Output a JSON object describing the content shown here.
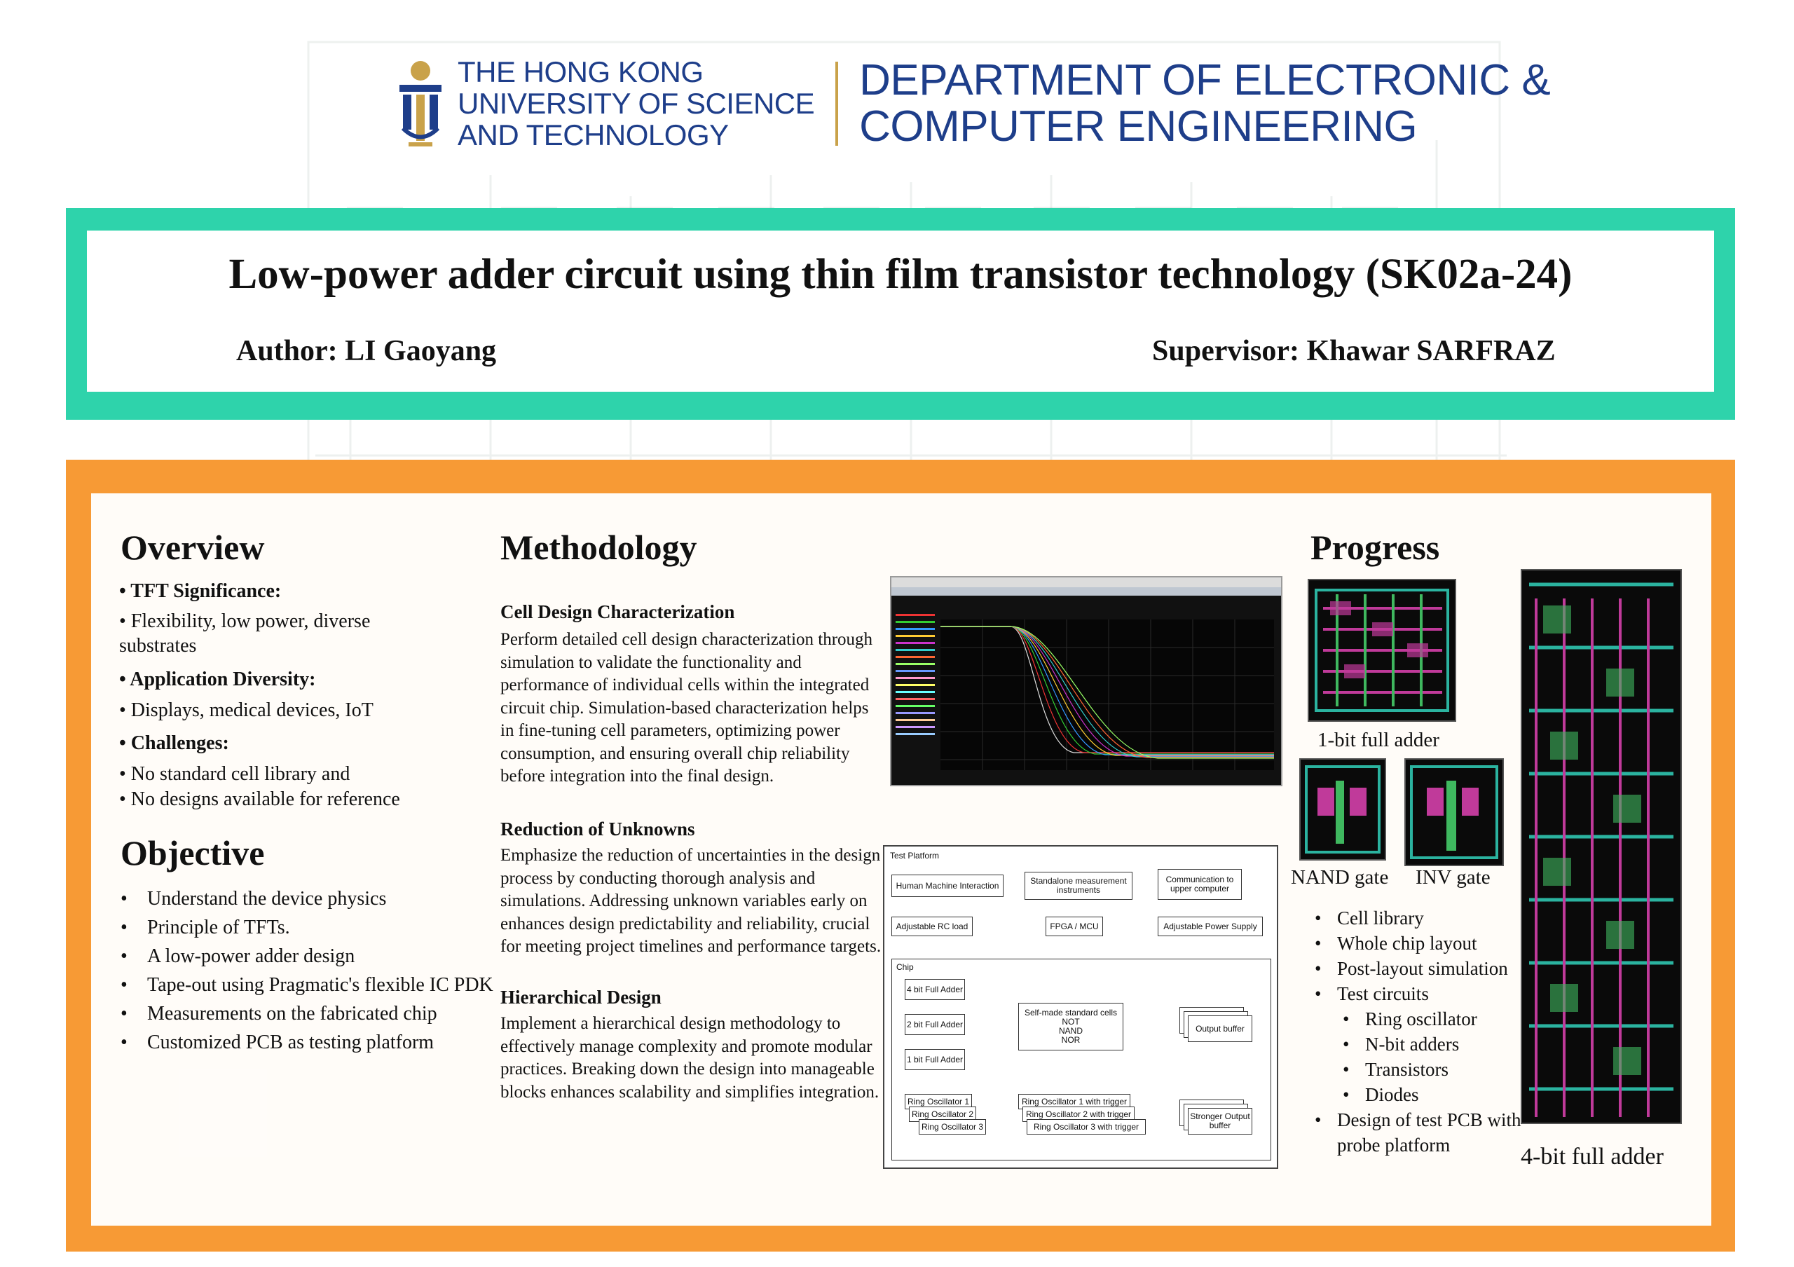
{
  "header": {
    "university_lines": [
      "THE HONG KONG",
      "UNIVERSITY OF SCIENCE",
      "AND TECHNOLOGY"
    ],
    "department_lines": [
      "DEPARTMENT OF ELECTRONIC &",
      "COMPUTER ENGINEERING"
    ]
  },
  "title": "Low-power adder circuit using thin film transistor technology (SK02a-24)",
  "author": "Author: LI Gaoyang",
  "supervisor": "Supervisor: Khawar SARFRAZ",
  "colors": {
    "teal_band": "#2ed3ab",
    "orange_band": "#f79a35",
    "logo_blue": "#1e3e8a",
    "logo_gold": "#c9a24a"
  },
  "overview": {
    "heading": "Overview",
    "items": [
      {
        "label": "• TFT Significance:"
      },
      {
        "text": "• Flexibility, low power, diverse substrates"
      },
      {
        "label": "• Application Diversity:"
      },
      {
        "text": "• Displays, medical devices, IoT"
      },
      {
        "label": "• Challenges:"
      },
      {
        "text": "• No standard cell library and"
      },
      {
        "text": "• No designs available for reference"
      }
    ]
  },
  "objective": {
    "heading": "Objective",
    "items": [
      "Understand the device physics",
      "Principle of TFTs.",
      "A low-power adder design",
      "Tape-out using Pragmatic's flexible IC PDK",
      "Measurements on the fabricated chip",
      "Customized PCB as testing platform"
    ]
  },
  "methodology": {
    "heading": "Methodology",
    "sections": [
      {
        "title": "Cell Design Characterization",
        "text": "Perform detailed cell design characterization through simulation to validate the functionality and performance of individual cells within the integrated circuit chip. Simulation-based characterization helps in fine-tuning cell parameters, optimizing power consumption, and ensuring overall chip reliability before integration into the final design."
      },
      {
        "title": "Reduction of Unknowns",
        "text": "Emphasize the reduction of uncertainties in the design process by conducting thorough analysis and simulations. Addressing unknown variables early on enhances design predictability and reliability, crucial for meeting project timelines and performance targets."
      },
      {
        "title": "Hierarchical Design",
        "text": "Implement a hierarchical design methodology to effectively manage complexity and promote modular practices. Breaking down the design into manageable blocks enhances scalability and simplifies integration."
      }
    ]
  },
  "diagram": {
    "title": "Test Platform",
    "top_boxes": [
      "Human Machine Interaction",
      "Standalone measurement instruments",
      "Communication to upper computer"
    ],
    "mid_boxes": [
      "Adjustable RC load",
      "FPGA / MCU",
      "Adjustable Power Supply"
    ],
    "chip_label": "Chip",
    "adders": [
      "4 bit Full Adder",
      "2 bit Full Adder",
      "1 bit Full Adder"
    ],
    "cells": "Self-made standard cells\nNOT\nNAND\nNOR",
    "output_buffer": "Output buffer",
    "ring_osc": [
      "Ring Oscillator 1",
      "Ring Oscillator 2",
      "Ring Oscillator 3"
    ],
    "ring_osc_trig": [
      "Ring Oscillator 1 with trigger",
      "Ring Oscillator 2 with trigger",
      "Ring Oscillator 3 with trigger"
    ],
    "stronger_buffer": "Stronger Output buffer"
  },
  "progress": {
    "heading": "Progress",
    "captions": {
      "full_adder_1bit": "1-bit full adder",
      "nand": "NAND gate",
      "inv": "INV gate",
      "full_adder_4bit": "4-bit full adder"
    },
    "items": [
      {
        "text": "Cell library",
        "sub": false
      },
      {
        "text": "Whole chip layout",
        "sub": false
      },
      {
        "text": "Post-layout simulation",
        "sub": false
      },
      {
        "text": "Test circuits",
        "sub": false
      },
      {
        "text": "Ring oscillator",
        "sub": true
      },
      {
        "text": "N-bit adders",
        "sub": true
      },
      {
        "text": "Transistors",
        "sub": true
      },
      {
        "text": "Diodes",
        "sub": true
      },
      {
        "text": "Design of test PCB with probe platform",
        "sub": false
      }
    ]
  }
}
